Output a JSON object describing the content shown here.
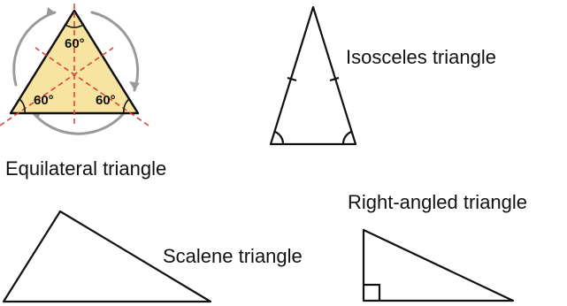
{
  "diagram": {
    "equilateral": {
      "label": "Equilateral triangle",
      "angle_top": "60°",
      "angle_left": "60°",
      "angle_right": "60°",
      "fill_color": "#f7e4a0",
      "axis_color": "#e0443c",
      "arrow_color": "#9a9a9a"
    },
    "isosceles": {
      "label": "Isosceles triangle"
    },
    "scalene": {
      "label": "Scalene triangle"
    },
    "right_angled": {
      "label": "Right-angled triangle"
    }
  }
}
